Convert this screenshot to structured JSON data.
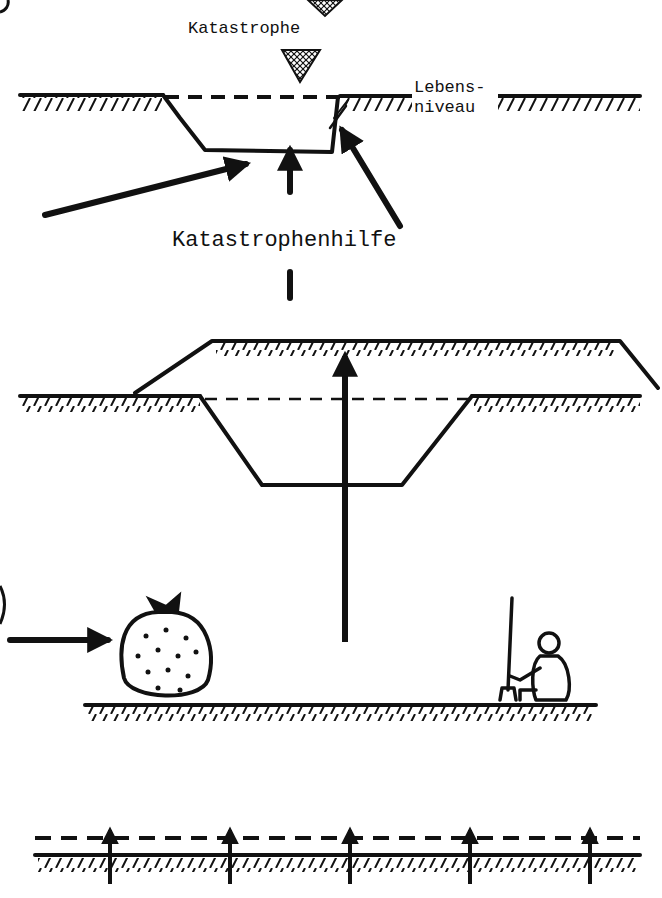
{
  "diagram": {
    "labels": [
      "Katastrophe",
      "Lebens- niveau",
      "Katastrophenhilfe"
    ]
  }
}
